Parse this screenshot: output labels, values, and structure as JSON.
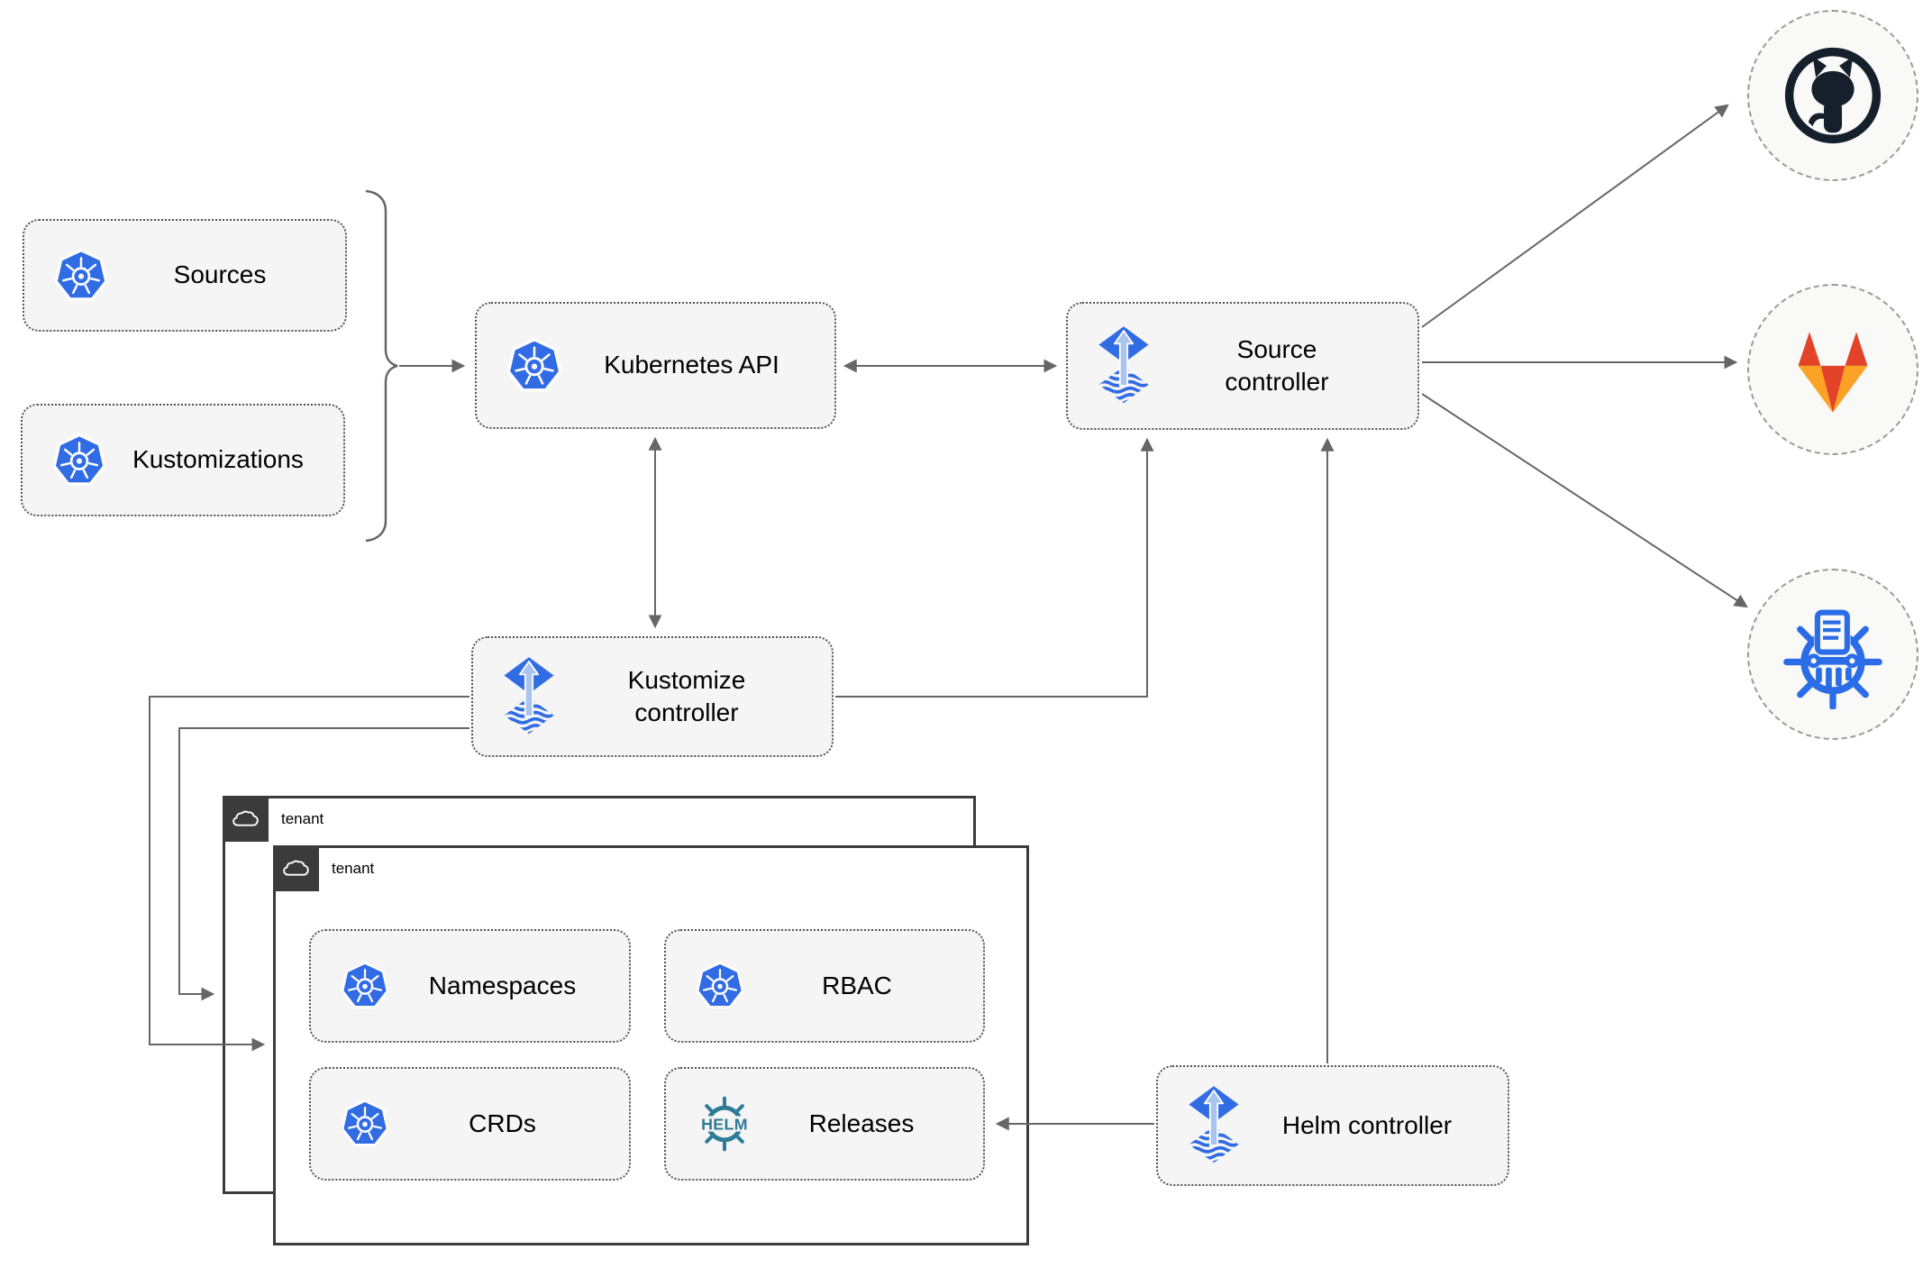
{
  "nodes": {
    "sources": {
      "label": "Sources"
    },
    "kustomizations": {
      "label": "Kustomizations"
    },
    "kubernetes_api": {
      "label": "Kubernetes API"
    },
    "source_controller": {
      "label": "Source controller"
    },
    "kustomize_controller": {
      "label": "Kustomize controller"
    },
    "helm_controller": {
      "label": "Helm controller"
    },
    "namespaces": {
      "label": "Namespaces"
    },
    "rbac": {
      "label": "RBAC"
    },
    "crds": {
      "label": "CRDs"
    },
    "releases": {
      "label": "Releases"
    }
  },
  "tenants": {
    "outer": {
      "label": "tenant"
    },
    "inner": {
      "label": "tenant"
    }
  },
  "icons": {
    "helm_text": "HELM",
    "names": [
      "kubernetes-icon",
      "flux-icon",
      "helm-icon",
      "cloud-icon",
      "github-icon",
      "gitlab-icon",
      "chartmuseum-icon"
    ]
  },
  "colors": {
    "kubernetes-blue": "#326ce5",
    "flux-blue": "#316ce4",
    "flux-arrow": "#aac4f0",
    "helm-teal": "#2e7b96",
    "github-dark": "#16202c",
    "gitlab-red": "#e24329",
    "gitlab-amber": "#fca326",
    "chartmuseum-blue": "#2b6de8",
    "connector-gray": "#666666",
    "node-fill": "#f5f5f5",
    "node-border": "#545454",
    "tenant-border": "#3b3b3b",
    "endpoint-fill": "#f9f9f7"
  }
}
